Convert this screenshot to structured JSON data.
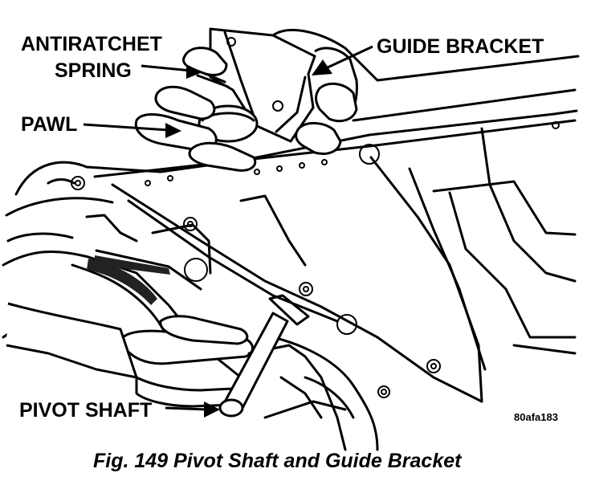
{
  "labels": {
    "antiratchet_spring": [
      "ANTIRATCHET",
      "SPRING"
    ],
    "guide_bracket": "GUIDE BRACKET",
    "pawl": "PAWL",
    "pivot_shaft": "PIVOT SHAFT"
  },
  "reference_code": "80afa183",
  "caption": "Fig. 149 Pivot Shaft and Guide Bracket"
}
